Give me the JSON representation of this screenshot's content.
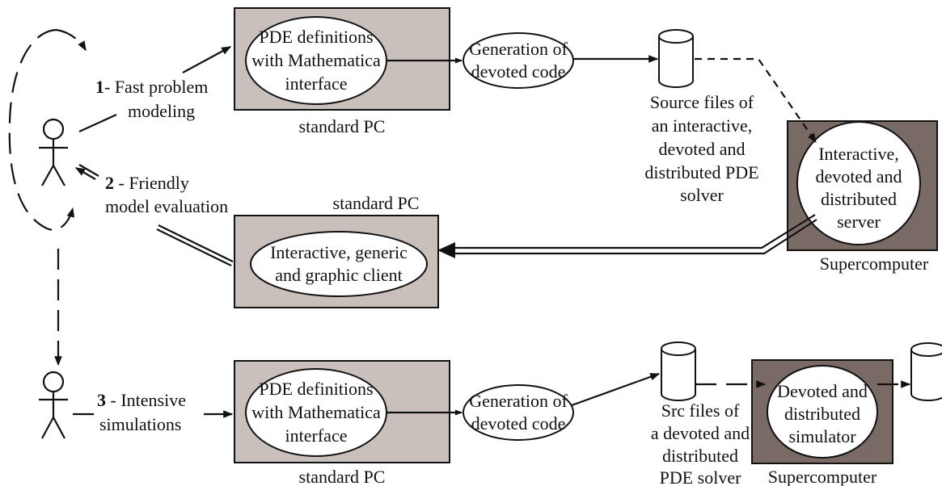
{
  "step1": {
    "number": "1",
    "text_a": "- Fast problem",
    "text_b": "modeling"
  },
  "step2": {
    "number": "2",
    "text_a": " - Friendly",
    "text_b": "model evaluation"
  },
  "step3": {
    "number": "3",
    "text_a": " - Intensive",
    "text_b": "simulations"
  },
  "top_pc": {
    "label": "standard PC",
    "pde": [
      "PDE definitions",
      "with Mathematica",
      "interface"
    ],
    "gen": [
      "Generation of",
      "devoted code"
    ]
  },
  "source_files": [
    "Source files of",
    "an interactive,",
    "devoted and",
    "distributed PDE",
    "solver"
  ],
  "server": {
    "label": "Supercomputer",
    "text": [
      "Interactive,",
      "devoted and",
      "distributed",
      "server"
    ]
  },
  "client_pc": {
    "label": "standard PC",
    "text": [
      "Interactive, generic",
      "and graphic client"
    ]
  },
  "bottom_pc": {
    "label": "standard PC",
    "pde": [
      "PDE definitions",
      "with Mathematica",
      "interface"
    ],
    "gen": [
      "Generation of",
      "devoted code"
    ]
  },
  "src_files": [
    "Src files of",
    "a devoted and",
    "distributed",
    "PDE solver"
  ],
  "simulator": {
    "label": "Supercomputer",
    "text": [
      "Devoted and",
      "distributed",
      "simulator"
    ]
  },
  "colors": {
    "light_box": "#c9c0bc",
    "dark_box": "#7a6a65",
    "node": "#ffffff",
    "ink": "#111111"
  }
}
